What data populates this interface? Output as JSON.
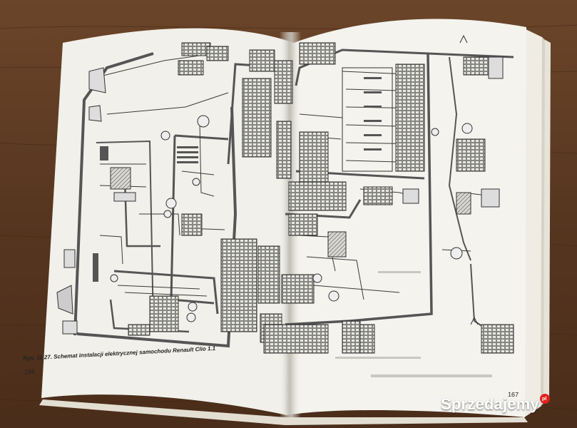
{
  "book": {
    "caption": "Rys. 11.27. Schemat instalacji elektrycznej samochodu Renault Clio 1.1",
    "left_page_number": "166",
    "right_page_number": "167"
  },
  "watermark": {
    "text": "Sprzedajemy",
    "suffix": "pl"
  },
  "colors": {
    "table_wood": "#5a3a22",
    "paper": "#f1f0ea",
    "ink": "#3a3a3a",
    "watermark_dot": "#e0201c"
  }
}
